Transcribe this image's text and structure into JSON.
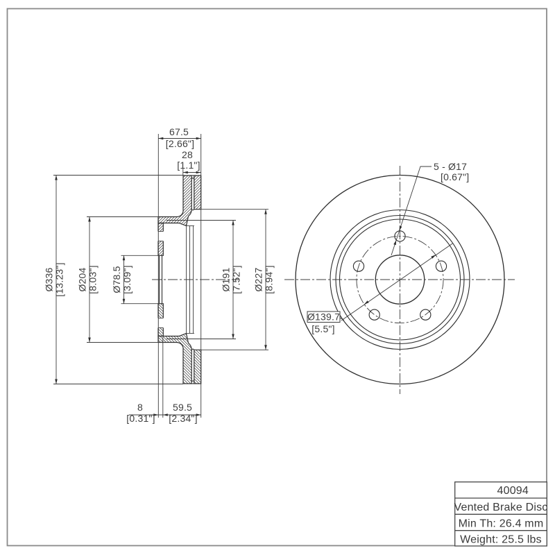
{
  "title_block": {
    "part_number": "40094",
    "product_type": "Vented Brake Disc",
    "min_thickness": "Min Th: 26.4 mm",
    "weight": "Weight: 25.5 lbs"
  },
  "section_view": {
    "overall_width": {
      "mm": "67.5",
      "in": "[2.66\"]"
    },
    "disc_thickness": {
      "mm": "28",
      "in": "[1.1\"]"
    },
    "outer_diameter": {
      "mm": "Ø336",
      "in": "[13.23\"]"
    },
    "hat_diameter": {
      "mm": "Ø204",
      "in": "[8.03\"]"
    },
    "bore_diameter": {
      "mm": "Ø78.5",
      "in": "[3.09\"]"
    },
    "inner_diameter": {
      "mm": "Ø191",
      "in": "[7.52\"]"
    },
    "friction_diameter": {
      "mm": "Ø227",
      "in": "[8.94\"]"
    },
    "flange_thickness": {
      "mm": "8",
      "in": "[0.31\"]"
    },
    "hat_depth": {
      "mm": "59.5",
      "in": "[2.34\"]"
    }
  },
  "front_view": {
    "bolt_holes": {
      "mm": "5 - Ø17",
      "in": "[0.67\"]"
    },
    "bolt_circle": {
      "mm": "Ø139.7",
      "in": "[5.5\"]"
    }
  },
  "colors": {
    "line": "#2d2d2d",
    "text": "#3d3d3d",
    "frame": "#8a8a8a",
    "background": "#ffffff"
  }
}
